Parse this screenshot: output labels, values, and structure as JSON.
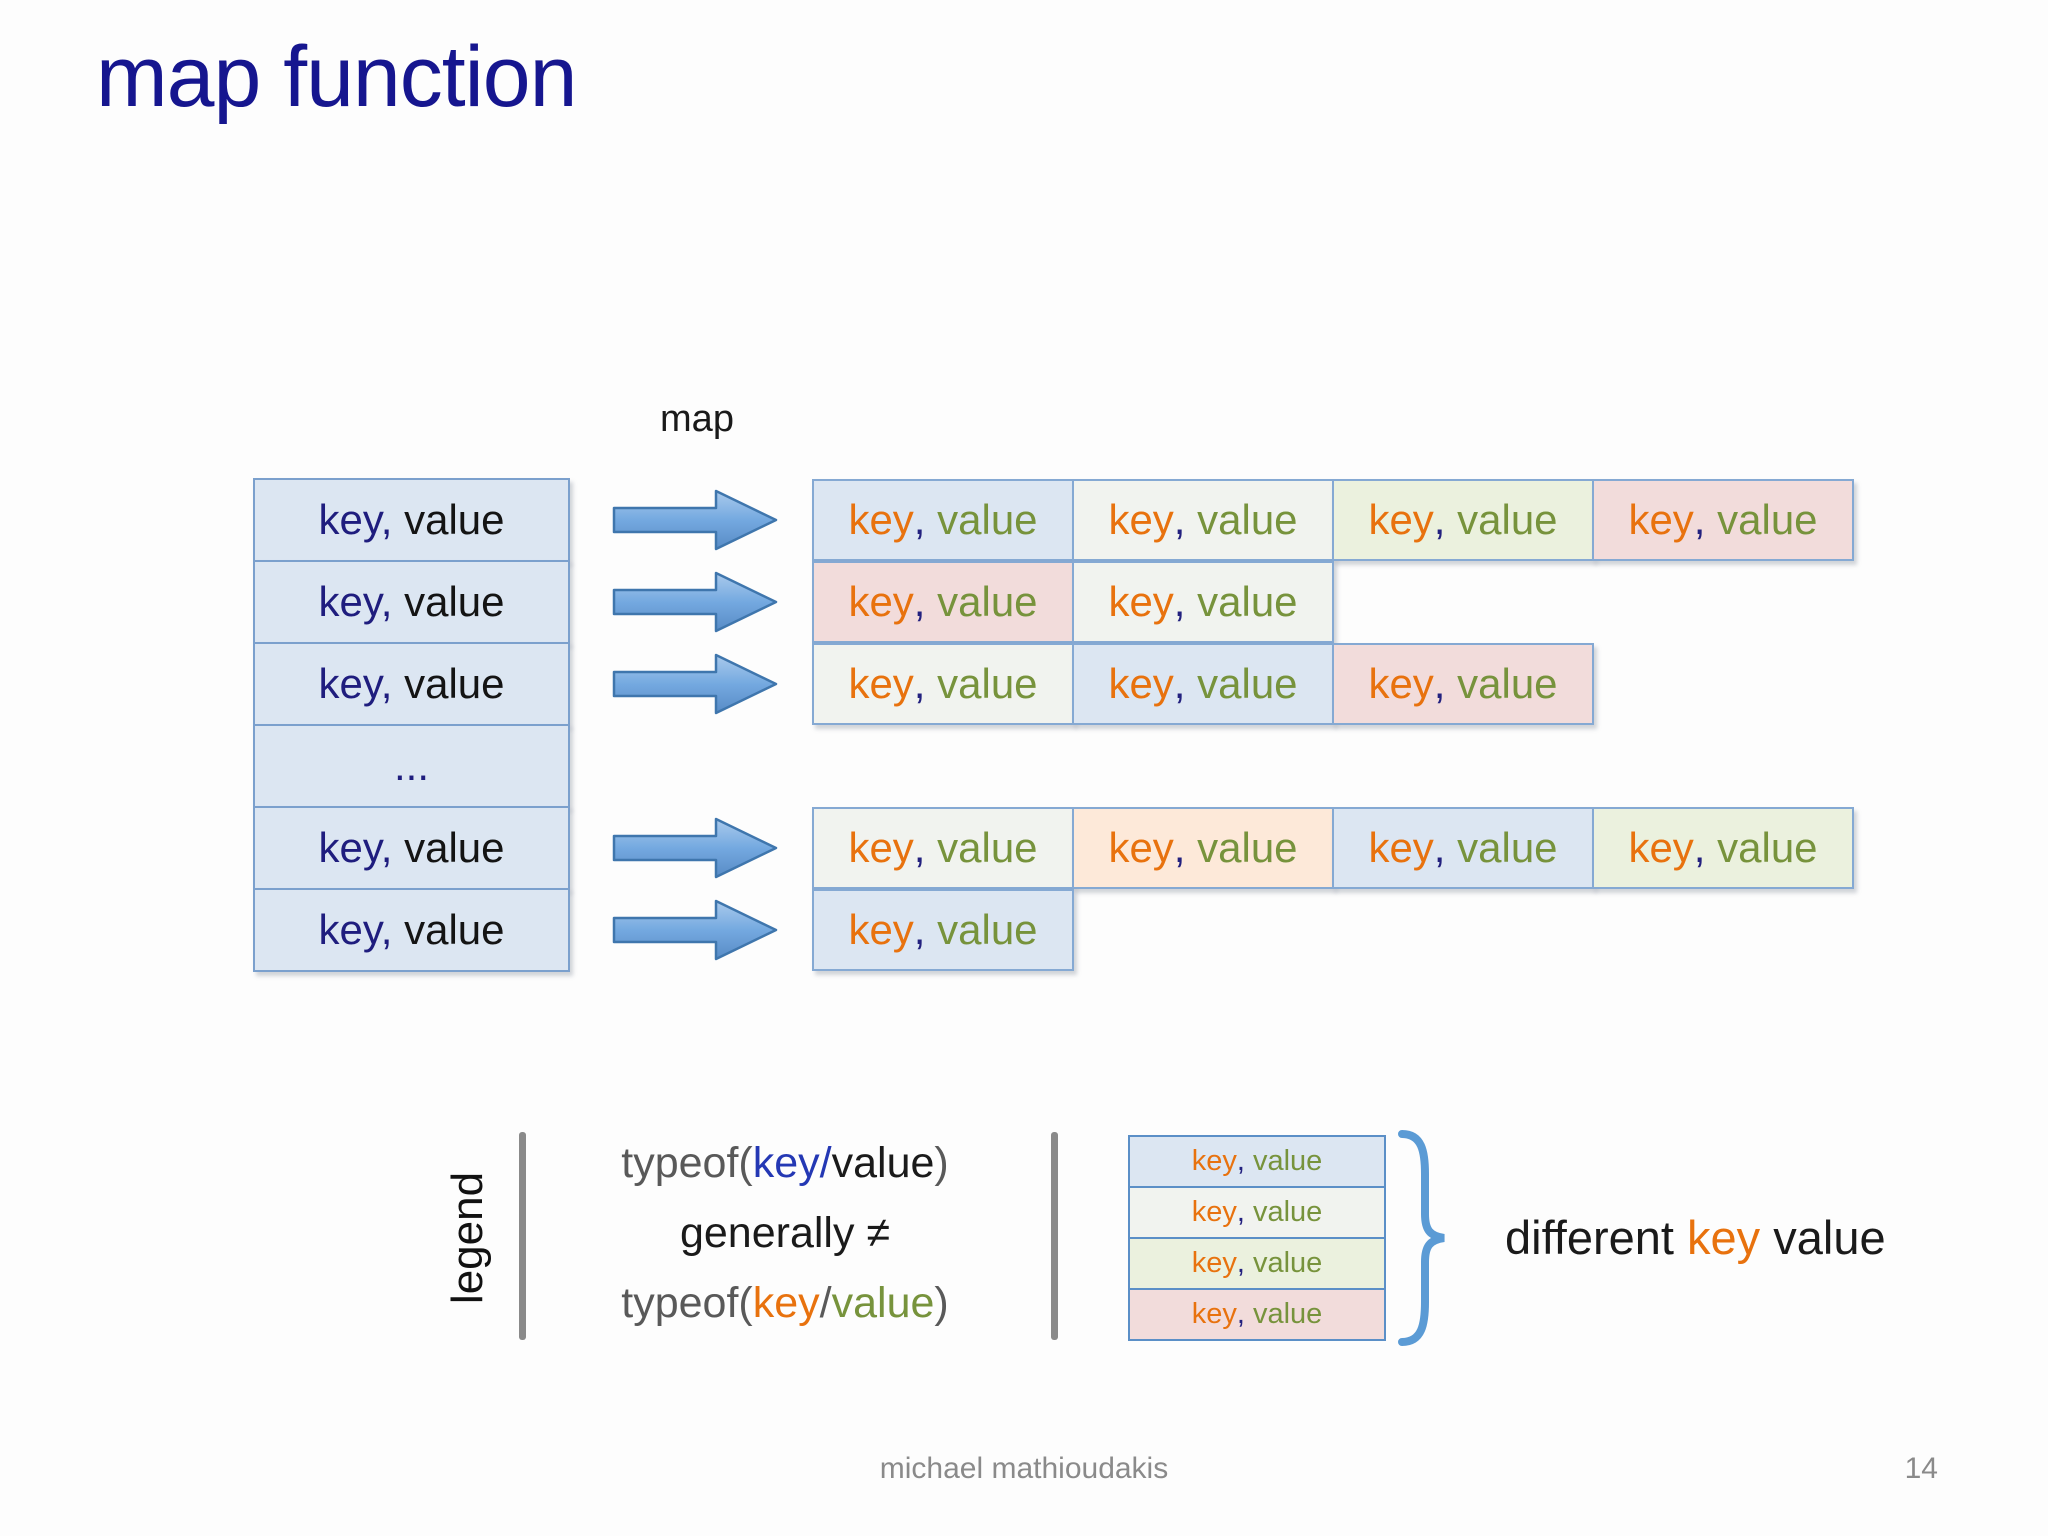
{
  "slide": {
    "title": "map function"
  },
  "diagram": {
    "map_label": "map",
    "pair": {
      "key": "key",
      "sep": ",",
      "value": "value"
    },
    "ellipsis": "...",
    "input_rows": [
      "pair",
      "pair",
      "pair",
      "ellipsis",
      "pair",
      "pair"
    ],
    "output_rows": [
      [
        "blue",
        "white",
        "green",
        "pink"
      ],
      [
        "pink",
        "white"
      ],
      [
        "white",
        "blue",
        "pink"
      ],
      [
        "white",
        "peach",
        "blue",
        "green"
      ],
      [
        "blue"
      ]
    ],
    "fill_colors": {
      "blue": "#dce6f2",
      "white": "#f1f3ef",
      "green": "#ebf1de",
      "pink": "#f2dcdb",
      "peach": "#fde9d9"
    },
    "text_colors": {
      "input_key": "#1f1d7e",
      "input_value": "#141414",
      "output_key": "#e8720e",
      "output_comma": "#23217f",
      "output_value": "#77933c",
      "title": "#16168f"
    },
    "arrow_color": "#6da2dc"
  },
  "legend": {
    "label": "legend",
    "line1": [
      {
        "t": "typeof(",
        "c": "gray"
      },
      {
        "t": "key",
        "c": "blue"
      },
      {
        "t": "/",
        "c": "blue"
      },
      {
        "t": "value",
        "c": "black"
      },
      {
        "t": ")",
        "c": "gray"
      }
    ],
    "line2": "generally ≠",
    "line3": [
      {
        "t": "typeof(",
        "c": "gray"
      },
      {
        "t": "key",
        "c": "orange"
      },
      {
        "t": "/",
        "c": "gray"
      },
      {
        "t": "value",
        "c": "green"
      },
      {
        "t": ")",
        "c": "gray"
      }
    ],
    "stack": [
      "blue",
      "white",
      "green",
      "pink"
    ],
    "note": [
      {
        "t": "different ",
        "c": "black"
      },
      {
        "t": "key",
        "c": "orange"
      },
      {
        "t": " value",
        "c": "black"
      }
    ]
  },
  "footer": {
    "author": "michael mathioudakis",
    "page": "14"
  }
}
